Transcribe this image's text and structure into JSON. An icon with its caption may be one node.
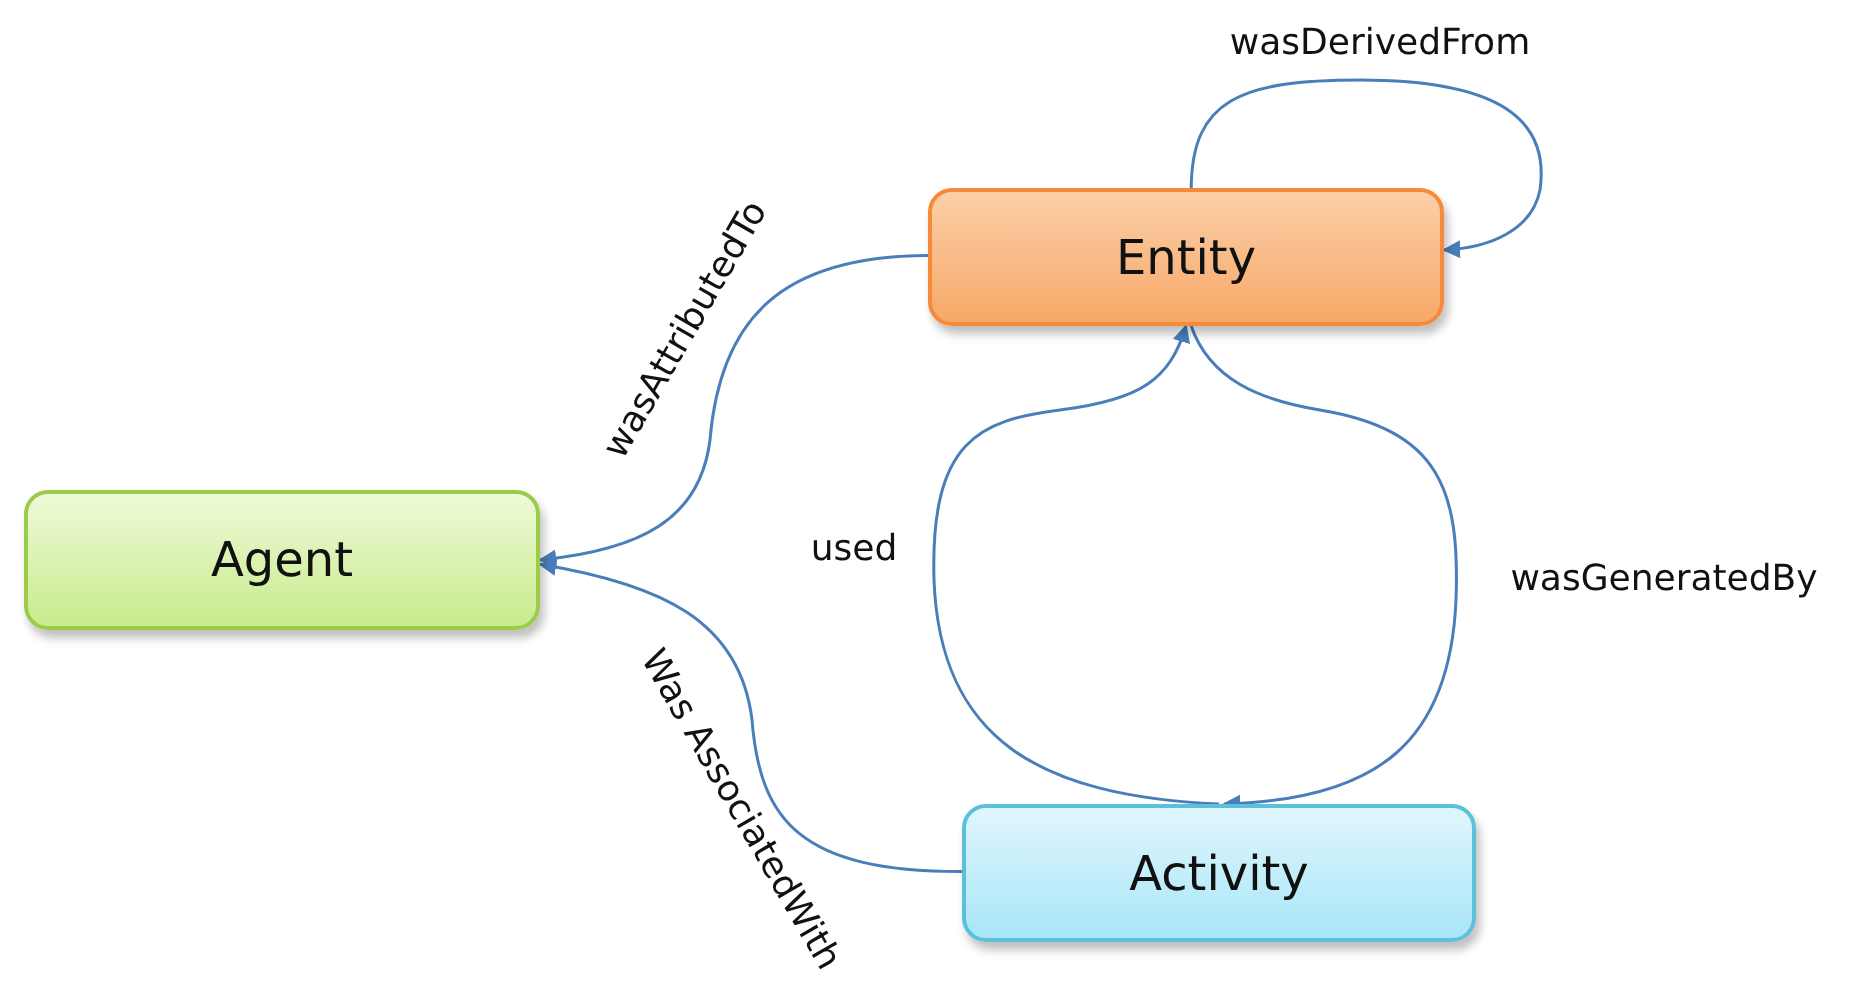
{
  "diagram": {
    "nodes": [
      {
        "text": [
          "Entity"
        ]
      },
      {
        "text": [
          "Agent"
        ]
      },
      {
        "text": [
          "Activity"
        ]
      }
    ],
    "edges": [
      {
        "from": 0,
        "to": 0,
        "arrow": "to",
        "label": "wasDerivedFrom"
      },
      {
        "from": 0,
        "to": 1,
        "arrow": "to",
        "label": "wasAttributedTo"
      },
      {
        "from": 2,
        "to": 1,
        "arrow": "to",
        "label": "Was AssociatedWith"
      },
      {
        "from": 2,
        "to": 0,
        "arrow": "to",
        "label": "used"
      },
      {
        "from": 0,
        "to": 2,
        "arrow": "to",
        "label": "wasGeneratedBy"
      }
    ]
  }
}
